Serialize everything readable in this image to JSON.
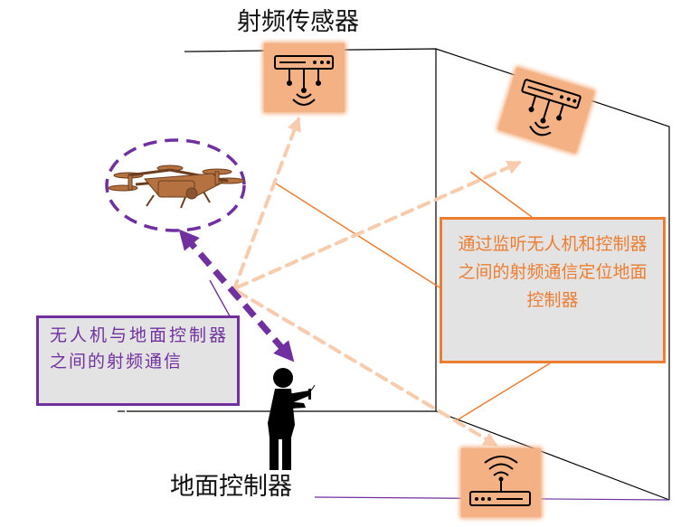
{
  "labels": {
    "rf_sensor": "射频传感器",
    "ground_controller": "地面控制器"
  },
  "callouts": {
    "drone_link": "无人机与地面控制器之间的射频通信",
    "locate": "通过监听无人机和控制器之间的射频通信定位地面控制器"
  },
  "colors": {
    "purple": "#7030a0",
    "orange": "#ed7d31",
    "peach": "#f8cbad",
    "sensor_bg": "#f4b183",
    "callout_bg": "#e3e3e3",
    "drone": "#b5713f"
  },
  "icons": [
    "rf-sensor-icon",
    "drone-icon",
    "person-with-remote-icon"
  ]
}
